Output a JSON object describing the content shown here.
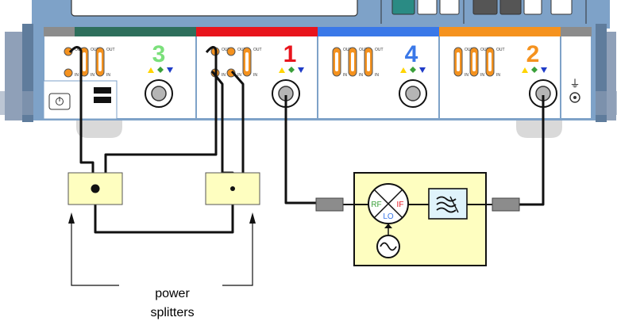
{
  "ports": [
    {
      "number": "3",
      "color": "#7be07b"
    },
    {
      "number": "1",
      "color": "#e8141c"
    },
    {
      "number": "4",
      "color": "#3a78e8"
    },
    {
      "number": "2",
      "color": "#f5921e"
    }
  ],
  "port_bar_colors": [
    "#2e6f5c",
    "#e8141c",
    "#3a78e8",
    "#f5921e"
  ],
  "loop_labels": {
    "out": "OUT",
    "in": "IN"
  },
  "mixer": {
    "rf": "RF",
    "if": "IF",
    "lo": "LO"
  },
  "ground_symbol": "⏚",
  "caption": [
    "power",
    "splitters"
  ]
}
